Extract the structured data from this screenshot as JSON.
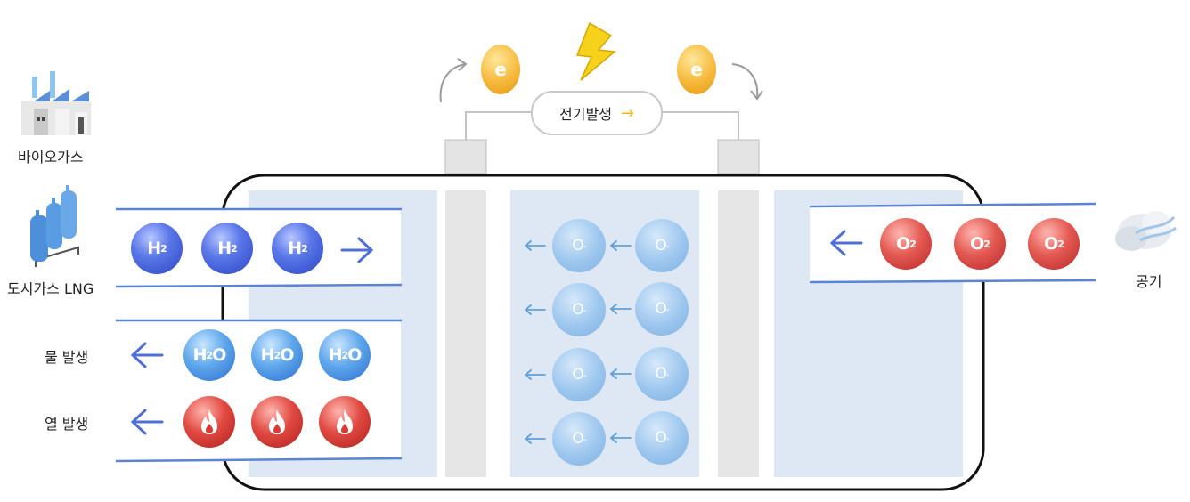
{
  "labels": {
    "biogas": "바이오가스",
    "city_gas": "도시가스 LNG",
    "water": "물 발생",
    "heat": "열 발생",
    "air": "공기",
    "power": "전기발생"
  },
  "molecules": {
    "h2": "H",
    "h2_sub": "2",
    "h2o_h": "H",
    "h2o_sub": "2",
    "h2o_o": "O",
    "o2": "O",
    "o2_sub": "2",
    "oxide": "O",
    "oxide_sup": "-",
    "electron": "e"
  },
  "colors": {
    "line": "#5b83d6",
    "panel": "#dde8f4",
    "membrane": "#e6e6e6",
    "arrow_blue": "#4f6fd6",
    "power_arrow": "#f2b619"
  }
}
